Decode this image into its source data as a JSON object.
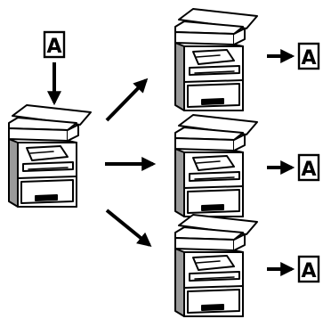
{
  "diagram": {
    "source_document": {
      "letter": "A",
      "icon": "document-icon"
    },
    "output_documents": [
      {
        "letter": "A",
        "icon": "document-icon"
      },
      {
        "letter": "A",
        "icon": "document-icon"
      },
      {
        "letter": "A",
        "icon": "document-icon"
      }
    ],
    "source_device": {
      "icon": "multifunction-printer-icon"
    },
    "target_devices": [
      {
        "icon": "multifunction-printer-icon"
      },
      {
        "icon": "multifunction-printer-icon"
      },
      {
        "icon": "multifunction-printer-icon"
      }
    ],
    "colors": {
      "line": "#000000",
      "fill": "#ffffff",
      "shade": "#9a9a9a"
    }
  }
}
